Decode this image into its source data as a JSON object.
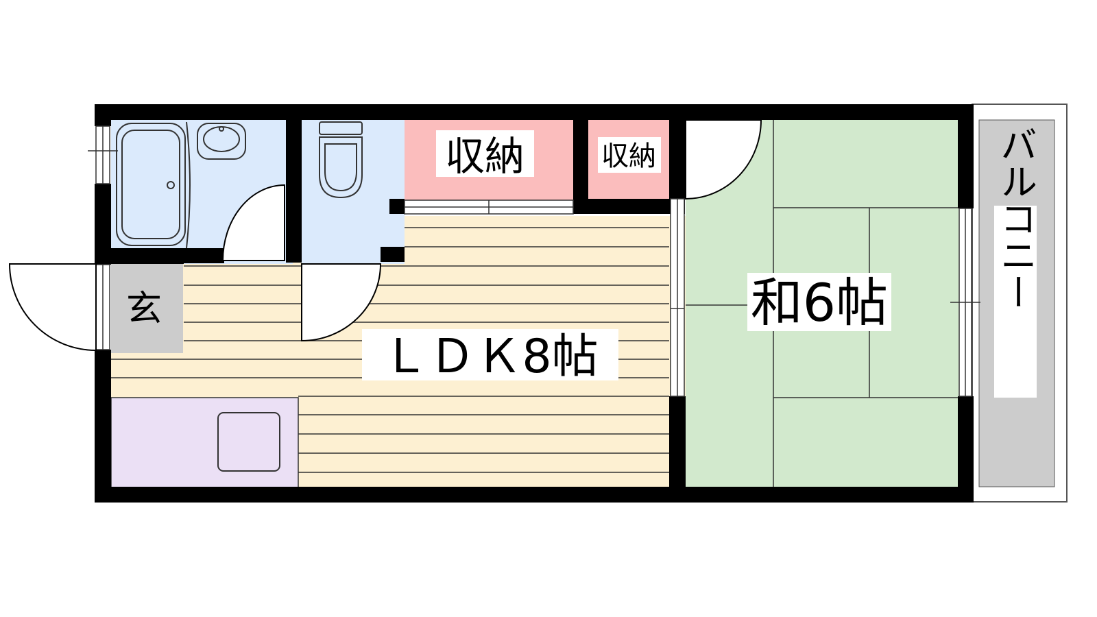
{
  "floor_plan": {
    "rooms": {
      "ldk": {
        "label": "ＬＤＫ8帖"
      },
      "washitsu": {
        "label": "和6帖"
      },
      "storage_large": {
        "label": "収納"
      },
      "storage_small": {
        "label": "収納"
      },
      "entrance": {
        "label": "玄"
      },
      "balcony": {
        "label": "バルコニー"
      }
    },
    "colors": {
      "wall": "#000000",
      "bathroom": "#dbeafc",
      "toilet": "#dbeafc",
      "storage": "#fbbdbd",
      "flooring": "#fdf0d2",
      "flooring_line": "#333333",
      "tatami": "#d2e9cd",
      "kitchen": "#ebe0f5",
      "entrance": "#cccccc",
      "balcony": "#cccccc"
    }
  }
}
